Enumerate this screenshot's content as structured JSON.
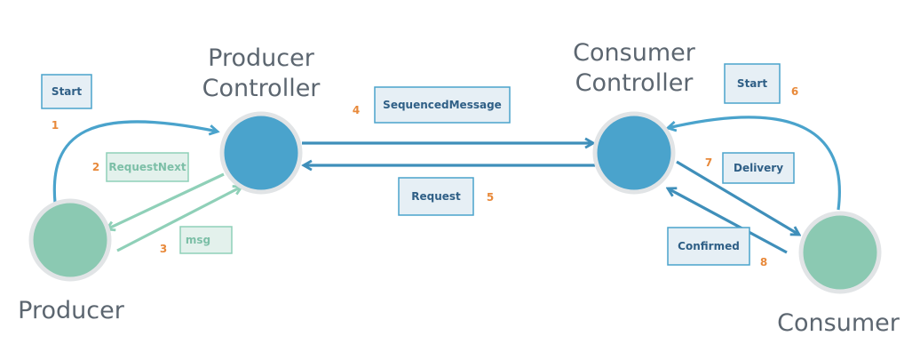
{
  "colors": {
    "controller_fill": "#4aa3cc",
    "actor_fill": "#8bc9b2",
    "node_ring": "#e1e4e6",
    "blue_arrow": "#3f8fba",
    "green_arrow": "#8fd0b8",
    "blue_box_fill": "#e6eff5",
    "green_box_fill": "#e3f1ec",
    "box_text_blue": "#2f5f86",
    "box_text_green": "#7cbfa7",
    "step_number": "#e8893a",
    "label_text": "#5c6670"
  },
  "nodes": {
    "producer": {
      "label": "Producer"
    },
    "producer_controller": {
      "label_line1": "Producer",
      "label_line2": "Controller"
    },
    "consumer_controller": {
      "label_line1": "Consumer",
      "label_line2": "Controller"
    },
    "consumer": {
      "label": "Consumer"
    }
  },
  "messages": [
    {
      "step": "1",
      "label": "Start"
    },
    {
      "step": "2",
      "label": "RequestNext"
    },
    {
      "step": "3",
      "label": "msg"
    },
    {
      "step": "4",
      "label": "SequencedMessage"
    },
    {
      "step": "5",
      "label": "Request"
    },
    {
      "step": "6",
      "label": "Start"
    },
    {
      "step": "7",
      "label": "Delivery"
    },
    {
      "step": "8",
      "label": "Confirmed"
    }
  ]
}
